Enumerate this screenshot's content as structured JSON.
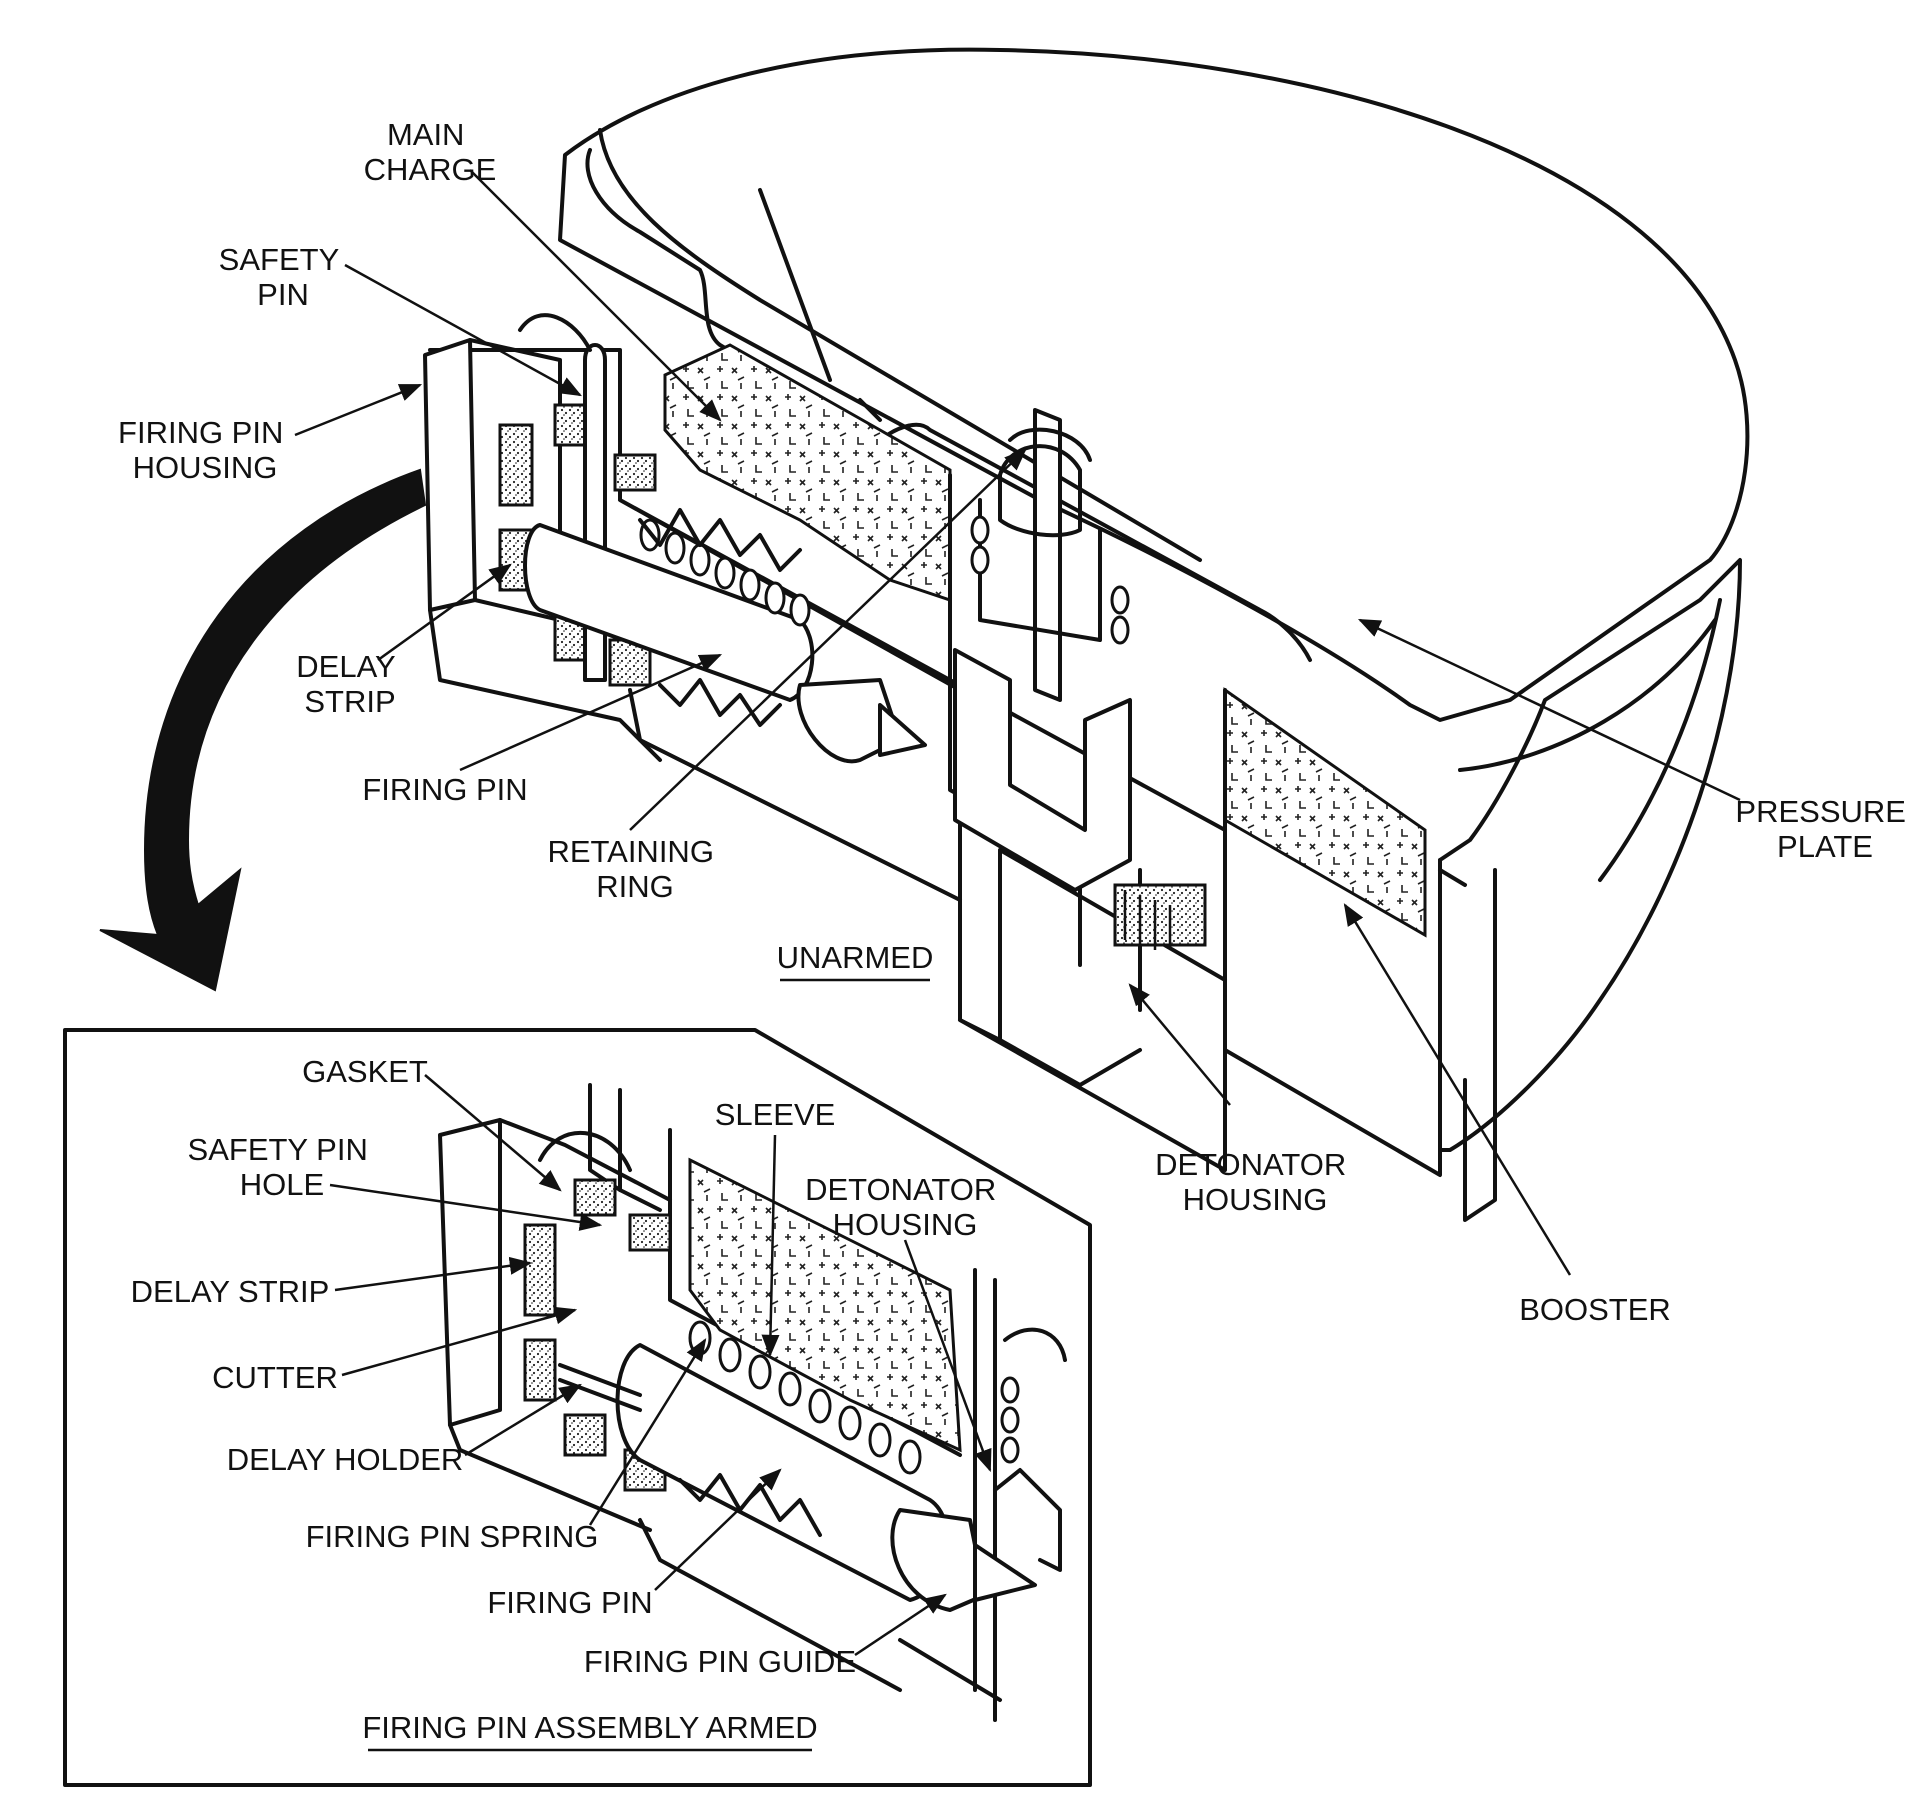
{
  "unarmed_view": {
    "caption": "UNARMED",
    "labels": {
      "main_charge": [
        "MAIN",
        "CHARGE"
      ],
      "safety_pin": [
        "SAFETY",
        "PIN"
      ],
      "firing_pin_housing": [
        "FIRING PIN",
        "HOUSING"
      ],
      "delay_strip": [
        "DELAY",
        "STRIP"
      ],
      "firing_pin": [
        "FIRING PIN"
      ],
      "retaining_ring": [
        "RETAINING",
        "RING"
      ],
      "pressure_plate": [
        "PRESSURE",
        "PLATE"
      ],
      "detonator_housing": [
        "DETONATOR",
        "HOUSING"
      ],
      "booster": [
        "BOOSTER"
      ]
    }
  },
  "armed_view": {
    "caption": "FIRING PIN ASSEMBLY ARMED",
    "labels": {
      "gasket": [
        "GASKET"
      ],
      "safety_pin_hole": [
        "SAFETY PIN",
        "HOLE"
      ],
      "delay_strip": [
        "DELAY STRIP"
      ],
      "cutter": [
        "CUTTER"
      ],
      "delay_holder": [
        "DELAY HOLDER"
      ],
      "firing_pin_spring": [
        "FIRING PIN SPRING"
      ],
      "firing_pin": [
        "FIRING PIN"
      ],
      "firing_pin_guide": [
        "FIRING PIN GUIDE"
      ],
      "sleeve": [
        "SLEEVE"
      ],
      "detonator_housing": [
        "DETONATOR",
        "HOUSING"
      ]
    }
  },
  "icons": {
    "transition_arrow": "curved-arrow-icon"
  }
}
